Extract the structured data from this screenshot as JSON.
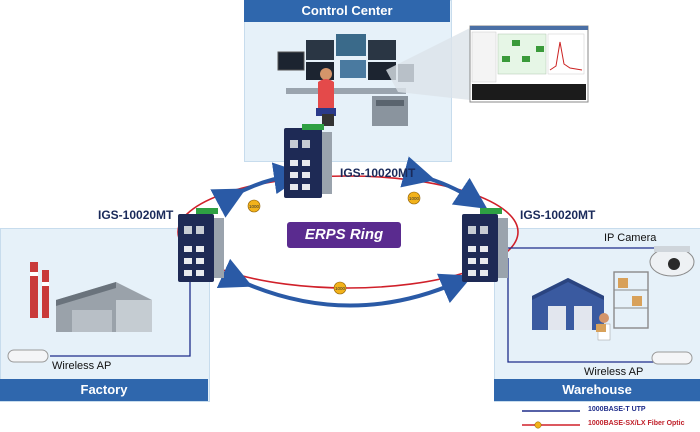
{
  "sites": {
    "control_center": "Control Center",
    "factory": "Factory",
    "warehouse": "Warehouse"
  },
  "switches": {
    "top": "IGS-10020MT",
    "left": "IGS-10020MT",
    "right": "IGS-10020MT"
  },
  "ring_label": "ERPS Ring",
  "fiber_badges": [
    "1000",
    "1000",
    "1000"
  ],
  "devices": {
    "ip_camera": "IP Camera",
    "wireless_ap_factory": "Wireless AP",
    "wireless_ap_warehouse": "Wireless AP"
  },
  "legend": {
    "utp": "1000BASE-T UTP",
    "fiber": "1000BASE-SX/LX Fiber Optic"
  },
  "colors": {
    "panel_bar": "#2f67ad",
    "ring": "#d0202a",
    "arrow": "#2a5aa6",
    "utp_line": "#1f2d8a",
    "ring_label_bg": "#5a2b8f"
  }
}
